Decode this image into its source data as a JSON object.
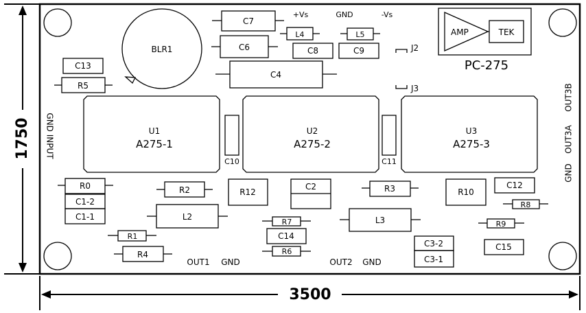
{
  "dimensions": {
    "width_label": "3500",
    "height_label": "1750"
  },
  "board": {
    "logo": {
      "amp": "AMP",
      "tek": "TEK",
      "model": "PC-275"
    },
    "power_labels": {
      "pos": "+Vs",
      "gnd": "GND",
      "neg": "-Vs"
    },
    "edge_labels": {
      "left": "GND INPUT",
      "right_out3b": "OUT3B",
      "right_out3a": "OUT3A",
      "right_gnd": "GND",
      "bottom_out1": "OUT1",
      "bottom_gnd1": "GND",
      "bottom_out2": "OUT2",
      "bottom_gnd2": "GND"
    },
    "connectors": {
      "j2": "J2",
      "j3": "J3"
    },
    "modules": [
      {
        "ref": "U1",
        "part": "A275-1"
      },
      {
        "ref": "U2",
        "part": "A275-2"
      },
      {
        "ref": "U3",
        "part": "A275-3"
      }
    ],
    "components": {
      "blr1": "BLR1",
      "c2": "C2",
      "c4": "C4",
      "c6": "C6",
      "c7": "C7",
      "c8": "C8",
      "c9": "C9",
      "c10": "C10",
      "c11": "C11",
      "c12": "C12",
      "c13": "C13",
      "c14": "C14",
      "c15": "C15",
      "c1_2": "C1-2",
      "c1_1": "C1-1",
      "c3_2": "C3-2",
      "c3_1": "C3-1",
      "r0": "R0",
      "r1": "R1",
      "r2": "R2",
      "r3": "R3",
      "r4": "R4",
      "r5": "R5",
      "r6": "R6",
      "r7": "R7",
      "r8": "R8",
      "r9": "R9",
      "r10": "R10",
      "r12": "R12",
      "l2": "L2",
      "l3": "L3",
      "l4": "L4",
      "l5": "L5"
    }
  }
}
